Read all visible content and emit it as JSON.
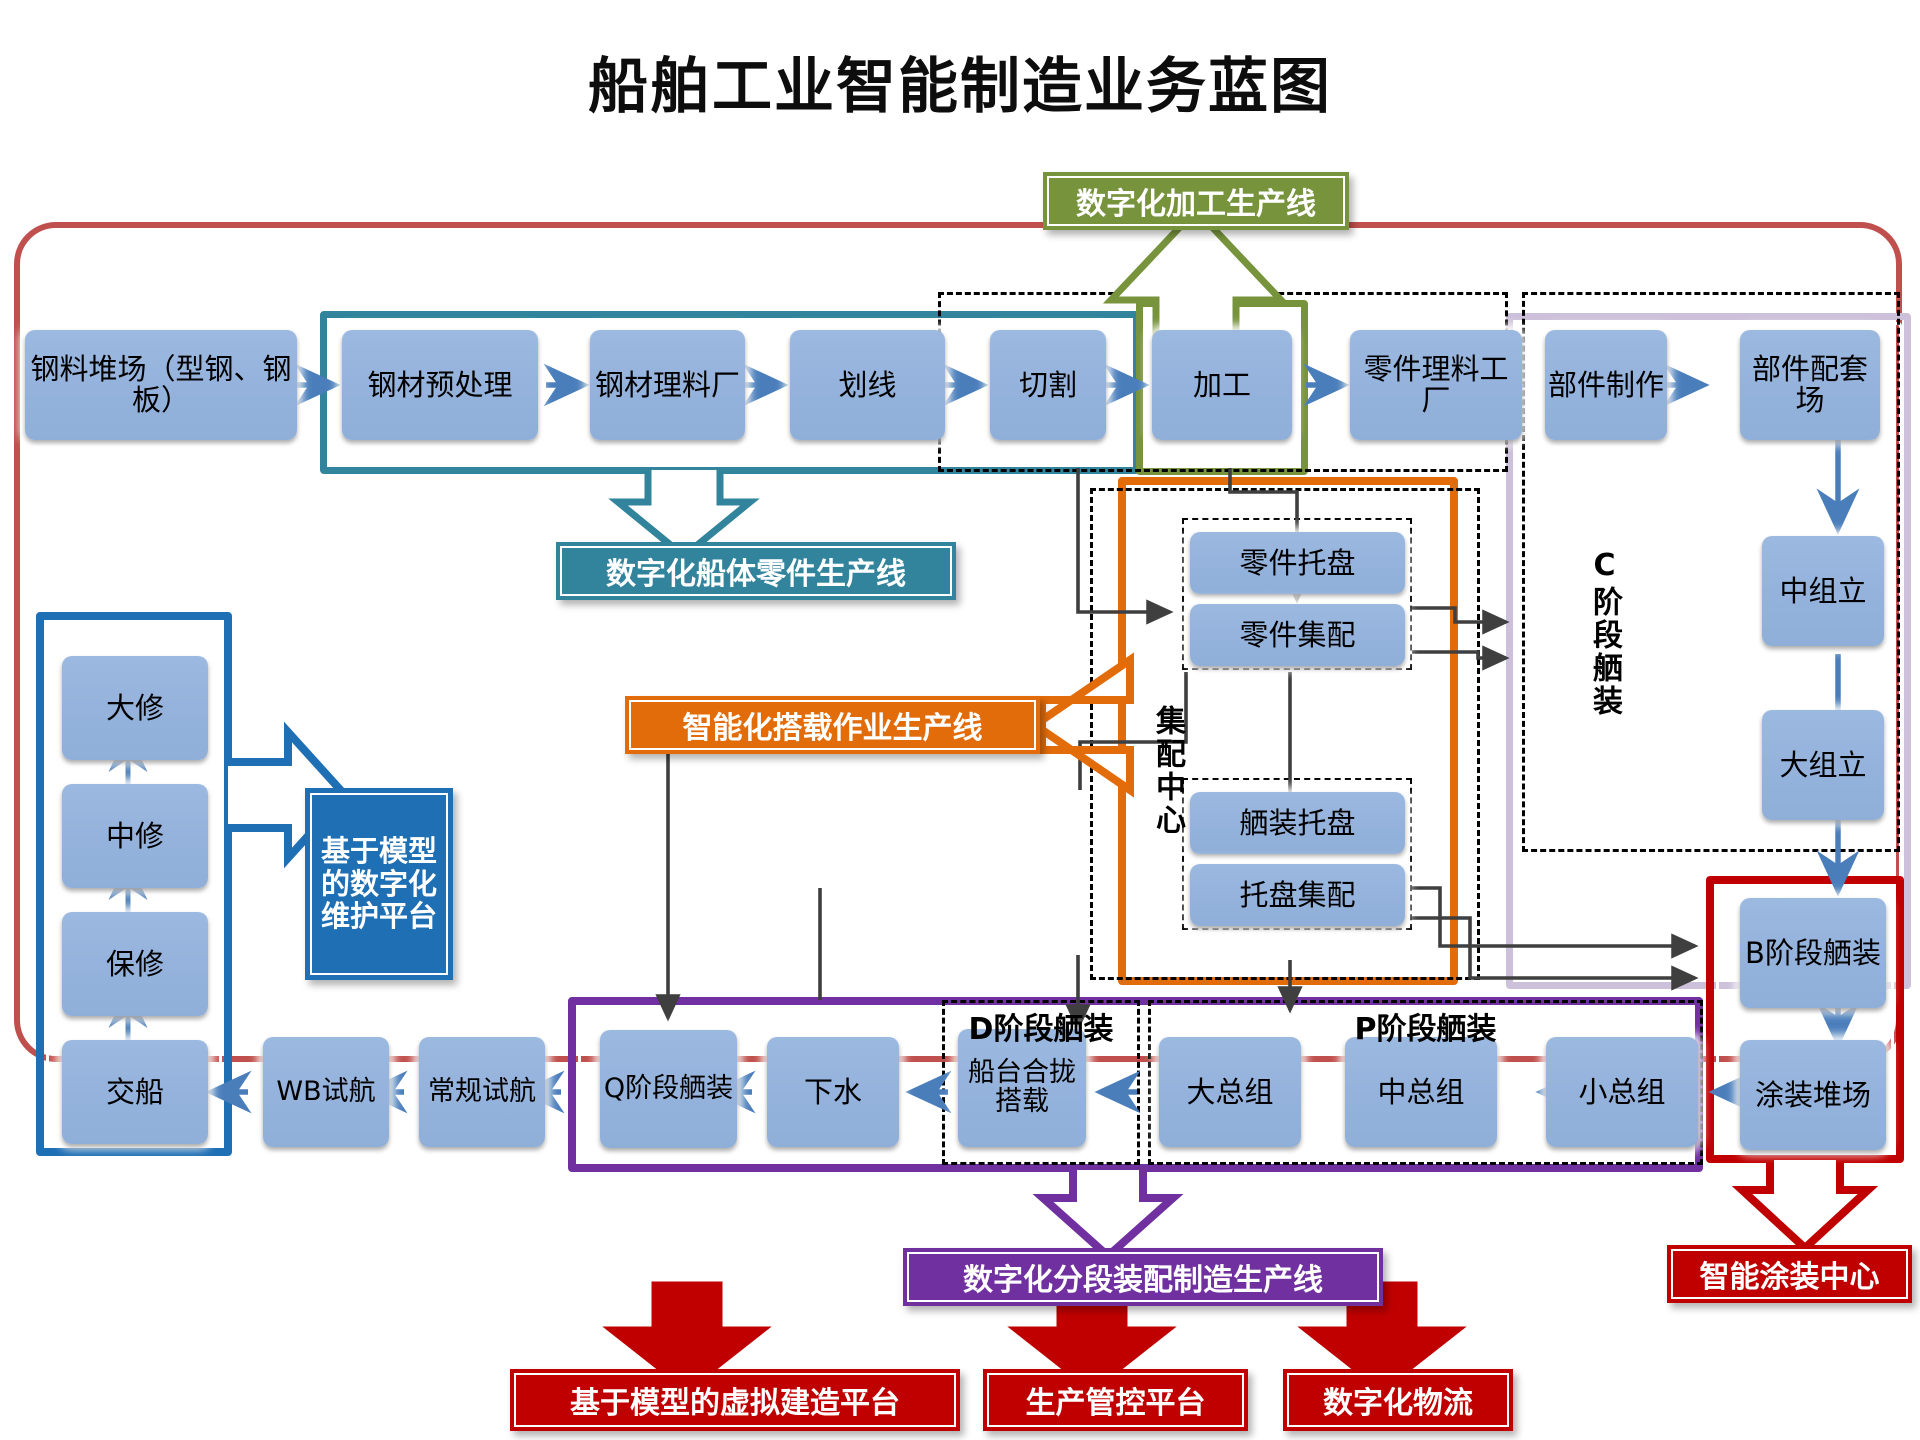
{
  "title": "船舶工业智能制造业务蓝图",
  "nodes": {
    "steel_yard": "钢料堆场（型钢、钢板）",
    "steel_pre": "钢材预处理",
    "steel_sort": "钢材理料厂",
    "marking": "划线",
    "cutting": "切割",
    "machining": "加工",
    "part_sort": "零件理料工厂",
    "part_make": "部件制作",
    "part_kit": "部件配套场",
    "mid_assy": "中组立",
    "big_assy": "大组立",
    "b_stage": "B阶段舾装",
    "paint_yard": "涂装堆场",
    "part_pallet": "零件托盘",
    "part_kitting": "零件集配",
    "fit_pallet": "舾装托盘",
    "pallet_kitting": "托盘集配",
    "small_block": "小总组",
    "mid_block": "中总组",
    "big_block": "大总组",
    "slipway": "船台合拢搭载",
    "launch": "下水",
    "q_stage": "Q阶段舾装",
    "normal_trial": "常规试航",
    "wb_trial": "WB试航",
    "delivery": "交船",
    "warranty": "保修",
    "mid_repair": "中修",
    "major_repair": "大修"
  },
  "group_titles": {
    "c_stage": "C阶段舾装",
    "kitting_center": "集配中心",
    "d_stage": "D阶段舾装",
    "p_stage": "P阶段舾装"
  },
  "labels": {
    "green_line": "数字化加工生产线",
    "teal_line": "数字化船体零件生产线",
    "orange_line": "智能化搭载作业生产线",
    "purple_line": "数字化分段装配制造生产线",
    "red_paint_center": "智能涂装中心",
    "blue_maint_platform": "基于模型的数字化维护平台"
  },
  "platforms": [
    "基于模型的虚拟建造平台",
    "生产管控平台",
    "数字化物流"
  ],
  "colors": {
    "frame_red": "#c0504d",
    "node_blue": "#95b3dc",
    "arrow_blue": "#4a7ebb",
    "teal": "#31849b",
    "green": "#77933c",
    "orange": "#e36c0a",
    "purple": "#7030a0",
    "red": "#c00000",
    "blue_platform": "#1f6fb4",
    "lavender": "#ccc0da",
    "black": "#000000"
  }
}
